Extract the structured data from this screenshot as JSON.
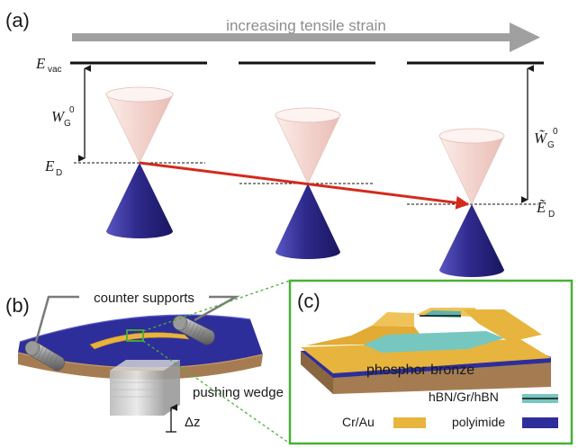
{
  "figure": {
    "panel_a": {
      "label": "(a)",
      "arrow_text": "increasing tensile strain",
      "e_vac": {
        "main": "E",
        "sub": "vac"
      },
      "e_d": {
        "main": "E",
        "sub": "D"
      },
      "w_g": {
        "main": "W",
        "sub": "G",
        "sup": "0"
      },
      "w_g_tilde": {
        "main": "W̃",
        "sub": "G",
        "sup": "0"
      },
      "e_d_tilde": {
        "main": "Ẽ",
        "sub": "D"
      }
    },
    "panel_b": {
      "label": "(b)",
      "counter_supports": "counter supports",
      "pushing_wedge": "pushing wedge",
      "delta_z": "Δz"
    },
    "panel_c": {
      "label": "(c)",
      "phosphor_bronze": "phosphor bronze",
      "hbn_gr_hbn": "hBN/Gr/hBN",
      "cr_au": "Cr/Au",
      "polyimide": "polyimide"
    },
    "colors": {
      "arrow_gray": "#a0a0a0",
      "red_arrow": "#d42a1c",
      "upper_cone": "#f4d9d4",
      "lower_cone": "#2f2a8c",
      "frame_green": "#49b033",
      "gold": "#e7b43e",
      "bronze": "#a57c52",
      "polyimide": "#2e2e9a",
      "hbn": "#76c7c0"
    }
  }
}
